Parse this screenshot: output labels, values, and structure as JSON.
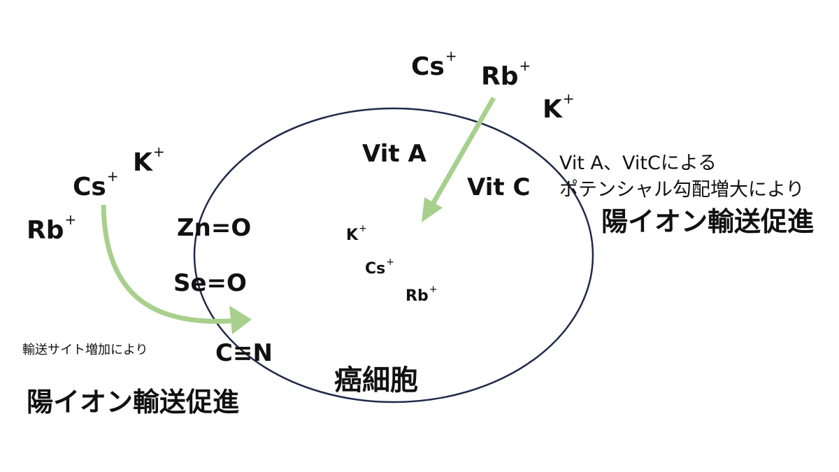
{
  "colors": {
    "membrane": "#1f2a4a",
    "arrow": "#a8d08d",
    "text": "#111111",
    "background": "#ffffff"
  },
  "ions": {
    "outside_top": [
      {
        "symbol": "Cs",
        "charge": "+"
      },
      {
        "symbol": "Rb",
        "charge": "+"
      },
      {
        "symbol": "K",
        "charge": "+"
      }
    ],
    "outside_left": [
      {
        "symbol": "K",
        "charge": "+"
      },
      {
        "symbol": "Cs",
        "charge": "+"
      },
      {
        "symbol": "Rb",
        "charge": "+"
      }
    ],
    "inside": [
      {
        "symbol": "K",
        "charge": "+"
      },
      {
        "symbol": "Cs",
        "charge": "+"
      },
      {
        "symbol": "Rb",
        "charge": "+"
      }
    ]
  },
  "molecules": {
    "zn_o": "Zn=O",
    "se_o": "Se=O",
    "c_n": "C≡N"
  },
  "vitamins": {
    "vit_a": "Vit A",
    "vit_c": "Vit C"
  },
  "cell_label": "癌細胞",
  "right_note": {
    "line1": "Vit A、VitCによる",
    "line2": "ポテンシャル勾配増大により",
    "line3": "陽イオン輸送促進"
  },
  "left_note": {
    "line1": "輸送サイト増加により",
    "line2": "陽イオン輸送促進"
  }
}
